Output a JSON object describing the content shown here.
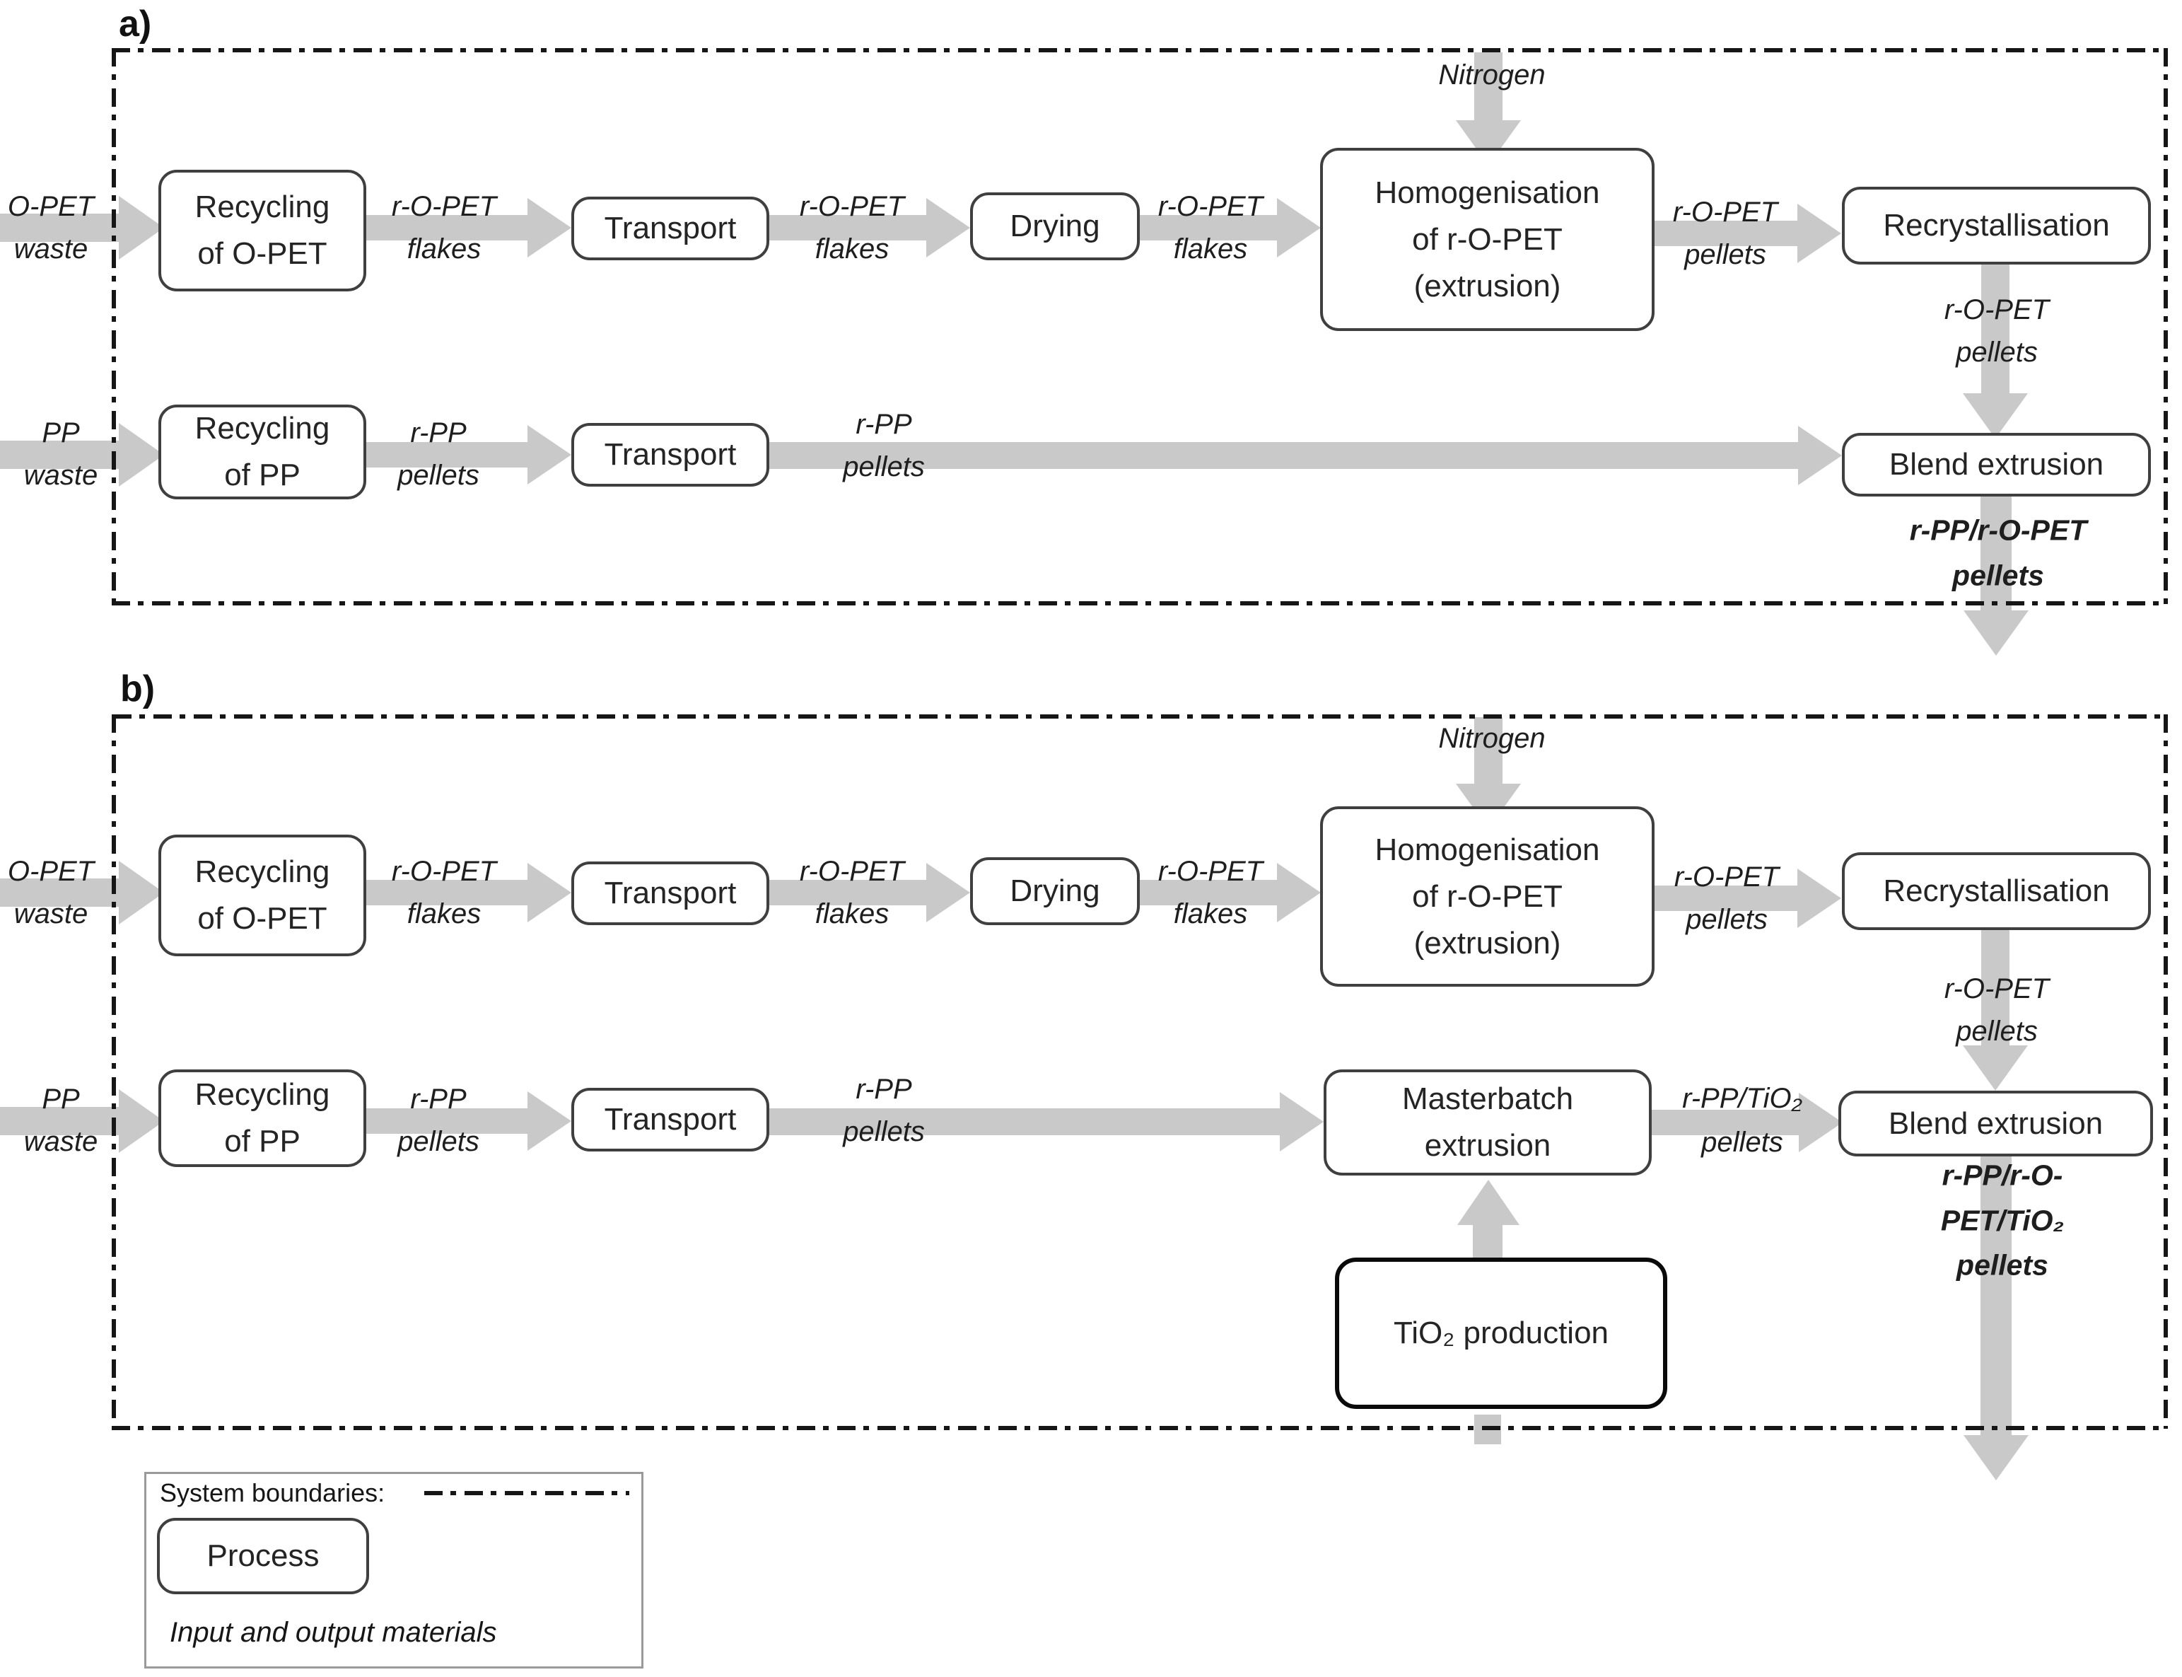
{
  "colors": {
    "arrow_gray": "#c9c9c9",
    "box_border": "#3f3f3f",
    "boundary_black": "#161616",
    "background": "#ffffff"
  },
  "a": {
    "tag": "a)",
    "nitrogen": "Nitrogen",
    "input_opet": "O-PET\nwaste",
    "box_recycling_opet": "Recycling\nof O-PET",
    "flakes1": "r-O-PET\nflakes",
    "box_transport1": "Transport",
    "flakes2": "r-O-PET\nflakes",
    "box_drying": "Drying",
    "flakes3": "r-O-PET\nflakes",
    "box_homogenisation": "Homogenisation\nof r-O-PET\n(extrusion)",
    "pellets_after_homog": "r-O-PET\npellets",
    "box_recrystallisation": "Recrystallisation",
    "pellets_after_recryst": "r-O-PET\npellets",
    "input_pp": "PP\nwaste",
    "box_recycling_pp": "Recycling\nof PP",
    "rpp_pellets1": "r-PP\npellets",
    "box_transport2": "Transport",
    "rpp_pellets2": "r-PP\npellets",
    "box_blend": "Blend extrusion",
    "output": "r-PP/r-O-PET pellets"
  },
  "b": {
    "tag": "b)",
    "nitrogen": "Nitrogen",
    "input_opet": "O-PET\nwaste",
    "box_recycling_opet": "Recycling\nof O-PET",
    "flakes1": "r-O-PET\nflakes",
    "box_transport1": "Transport",
    "flakes2": "r-O-PET\nflakes",
    "box_drying": "Drying",
    "flakes3": "r-O-PET\nflakes",
    "box_homogenisation": "Homogenisation\nof r-O-PET\n(extrusion)",
    "pellets_after_homog": "r-O-PET\npellets",
    "box_recrystallisation": "Recrystallisation",
    "pellets_after_recryst": "r-O-PET\npellets",
    "input_pp": "PP\nwaste",
    "box_recycling_pp": "Recycling\nof PP",
    "rpp_pellets1": "r-PP\npellets",
    "box_transport2": "Transport",
    "rpp_pellets2": "r-PP\npellets",
    "box_masterbatch": "Masterbatch\nextrusion",
    "mb_pellets": "r-PP/TiO₂\npellets",
    "box_tio2": "TiO₂ production",
    "box_blend": "Blend extrusion",
    "output": "r-PP/r-O-PET/TiO₂\npellets"
  },
  "legend": {
    "title": "System boundaries:",
    "process": "Process",
    "materials": "Input and output materials"
  }
}
